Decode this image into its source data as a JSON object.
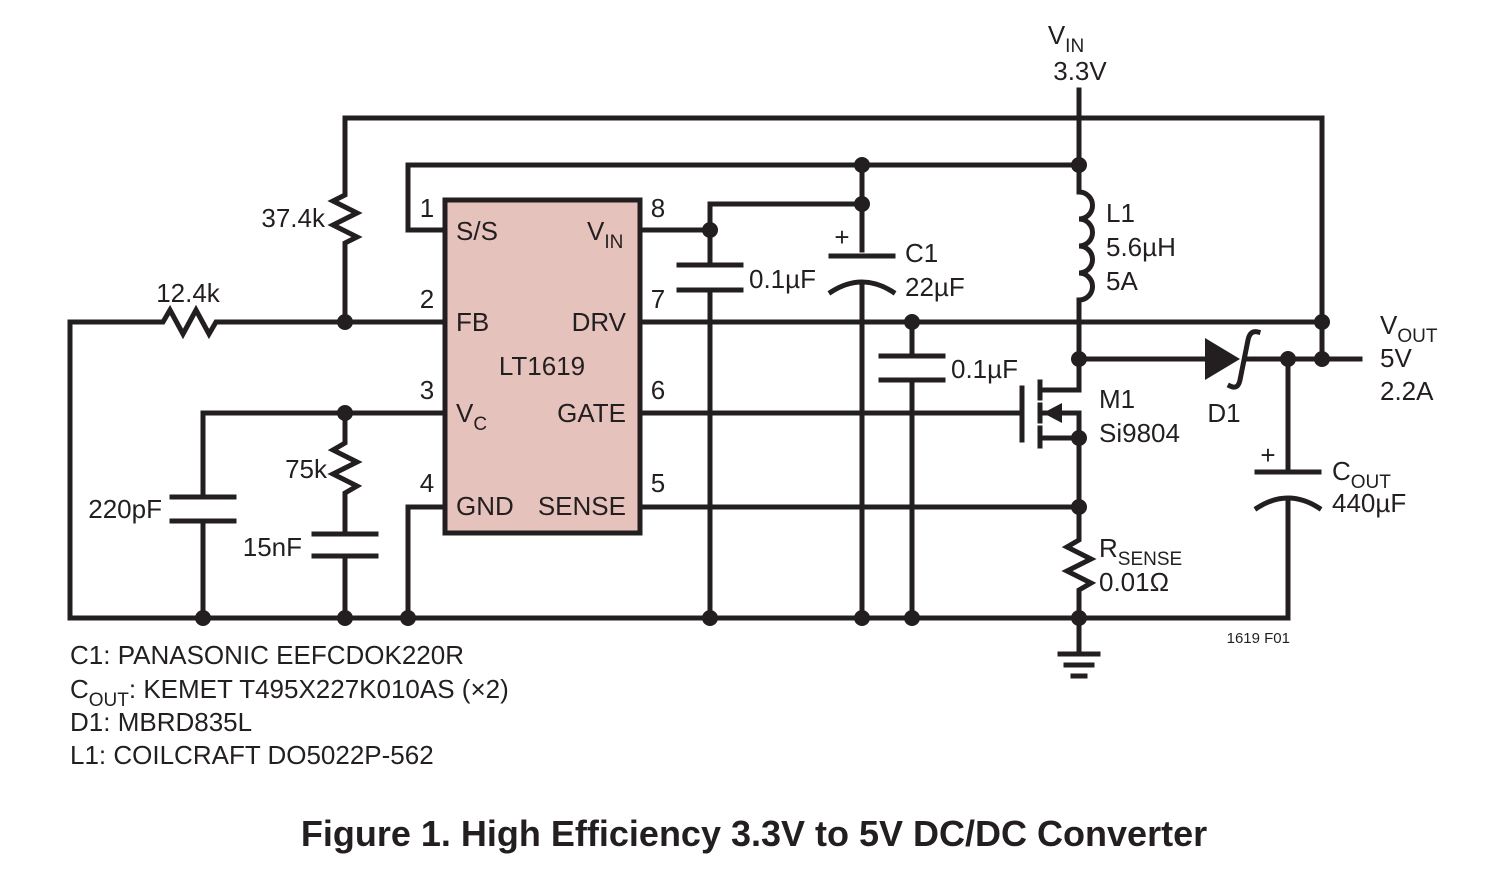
{
  "ic": {
    "name": "LT1619",
    "fill": "#e6c2bd",
    "pins": [
      {
        "num": "1",
        "label": "S/S"
      },
      {
        "num": "2",
        "label": "FB"
      },
      {
        "num": "3",
        "label": "V",
        "sub": "C"
      },
      {
        "num": "4",
        "label": "GND"
      },
      {
        "num": "8",
        "label": "V",
        "sub": "IN"
      },
      {
        "num": "7",
        "label": "DRV"
      },
      {
        "num": "6",
        "label": "GATE"
      },
      {
        "num": "5",
        "label": "SENSE"
      }
    ]
  },
  "vin": {
    "label": "V",
    "sub": "IN",
    "value": "3.3V"
  },
  "vout": {
    "label": "V",
    "sub": "OUT",
    "voltage": "5V",
    "current": "2.2A"
  },
  "components": {
    "r_top": "37.4k",
    "r_fb": "12.4k",
    "r_comp": "75k",
    "c_comp": "15nF",
    "c_220": "220pF",
    "c_vin": "0.1µF",
    "c1": {
      "name": "C1",
      "value": "22µF",
      "plus": "+"
    },
    "c_drv": "0.1µF",
    "l1": {
      "name": "L1",
      "value": "5.6µH",
      "rating": "5A"
    },
    "m1": {
      "name": "M1",
      "part": "Si9804"
    },
    "d1": "D1",
    "cout": {
      "label": "C",
      "sub": "OUT",
      "value": "440µF",
      "plus": "+"
    },
    "rsense": {
      "label": "R",
      "sub": "SENSE",
      "value": "0.01Ω"
    }
  },
  "drawing_id": "1619 F01",
  "notes": [
    {
      "pre": "C1",
      "sub": "",
      "text": ": PANASONIC EEFCDOK220R"
    },
    {
      "pre": "C",
      "sub": "OUT",
      "text": ": KEMET T495X227K010AS (×2)"
    },
    {
      "pre": "D1",
      "sub": "",
      "text": ": MBRD835L"
    },
    {
      "pre": "L1",
      "sub": "",
      "text": ": COILCRAFT DO5022P-562"
    }
  ],
  "caption": "Figure 1. High Efficiency 3.3V to 5V DC/DC Converter"
}
